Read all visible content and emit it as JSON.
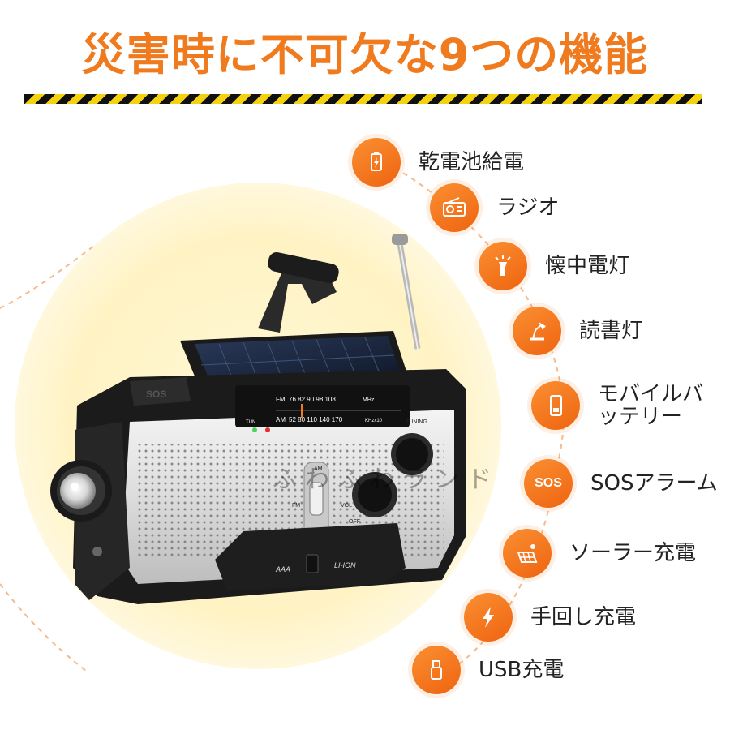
{
  "title": "災害時に不可欠な9つの機能",
  "watermark": "ふわふわランド",
  "features": [
    {
      "label": "乾電池給電",
      "icon": "battery-icon"
    },
    {
      "label": "ラジオ",
      "icon": "radio-icon"
    },
    {
      "label": "懐中電灯",
      "icon": "flashlight-icon"
    },
    {
      "label": "読書灯",
      "icon": "reading-lamp-icon"
    },
    {
      "label": "モバイルバッテリー",
      "icon": "mobile-battery-icon"
    },
    {
      "label": "SOSアラーム",
      "icon": "sos-icon"
    },
    {
      "label": "ソーラー充電",
      "icon": "solar-panel-icon"
    },
    {
      "label": "手回し充電",
      "icon": "lightning-icon"
    },
    {
      "label": "USB充電",
      "icon": "usb-icon"
    }
  ],
  "feature5_line1": "モバイルバ",
  "feature5_line2": "ッテリー",
  "radio": {
    "fm_label": "FM",
    "fm_scale": "76  82  90  98  108",
    "fm_unit": "MHz",
    "am_label": "AM",
    "am_scale": "52  80  110  140  170",
    "am_unit": "KHzx10",
    "tun_label": "TUN",
    "tuning_label": "TUNING",
    "band_am": "AM",
    "band_fm": "FM",
    "vol_off": "OFF",
    "vol_label": "VOL",
    "switch_left": "AAA",
    "switch_right": "LI-ION",
    "sos_text": "SOS"
  },
  "colors": {
    "accent": "#f07a1e",
    "hazard_yellow": "#f5d210",
    "glow": "#fff3c4"
  }
}
